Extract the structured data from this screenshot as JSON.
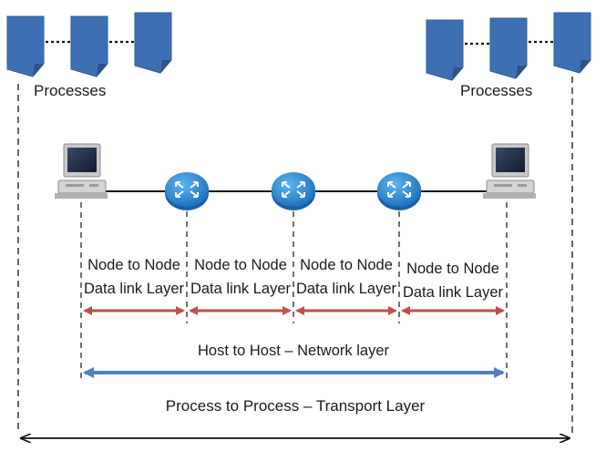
{
  "left_group": {
    "label": "Processes"
  },
  "right_group": {
    "label": "Processes"
  },
  "segments": [
    {
      "line1": "Node to Node",
      "line2": "Data link Layer"
    },
    {
      "line1": "Node to Node",
      "line2": "Data link Layer"
    },
    {
      "line1": "Node to Node",
      "line2": "Data link Layer"
    },
    {
      "line1": "Node to Node",
      "line2": "Data link Layer"
    }
  ],
  "network_label": "Host to Host – Network layer",
  "transport_label": "Process to Process – Transport Layer",
  "colors": {
    "process_fill": "#3f6fb3",
    "router_fill": "#2a8ad6",
    "datalink_arrow": "#c0504d",
    "network_arrow": "#4f81bd",
    "transport_arrow": "#111111"
  },
  "icons": {
    "process": "document-icon",
    "host": "computer-icon",
    "router": "router-icon"
  }
}
